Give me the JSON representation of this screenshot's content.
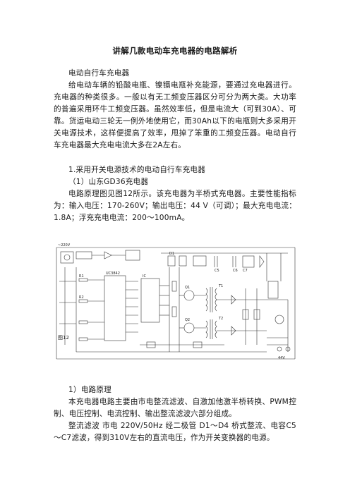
{
  "document": {
    "title": "讲解几款电动车充电器的电路解析",
    "p1": "电动自行车充电器",
    "p2": "给电动车辆的铅酸电瓶、镍镉电瓶补充能源，要通过充电器进行。充电器的种类很多。一般以有无工频变压器区分可分为两大类。大功率的普遍采用环牛工频变压器。虽然效率低，但是电流大（可到30A）、可靠。货运电动三轮无一例外地使用它，而30Ah以下的电瓶则大多采用开关电源技术，这样便提高了效率，甩掉了笨重的工频变压器。电动自行车充电器最大充电电流大多在2A左右。",
    "p3": "1.采用开关电源技术的电动自行车充电器",
    "p4": "（1）山东GD36充电器",
    "p5": "电路原理图见图12所示。该充电器为半桥式充电器。主要性能指标为：输入电压：170-260V；输出电压：44 V（可调）；最大充电电流：1.8A；浮充充电电流：200～100mA。",
    "p6": "1）电路原理",
    "p7": "本充电器电路主要由市电整流滤波、自激加他激半桥转换、PWM控制、电压控制、电流控制、输出整流滤波六部分组成。",
    "p8": "整流滤波 市电 220V/50Hz 经二极管 D1～D4 桥式整流、电容C5～C7滤波，得到310V左右的直流电压，作为开关变换器的电源。"
  },
  "figure": {
    "number": "图12",
    "labels": {
      "chip": "UC3842",
      "ac": "~220V",
      "out": "44V",
      "r1": "R1",
      "r2": "R2",
      "c5": "C5",
      "c6": "C6",
      "c7": "C7",
      "d1": "D1",
      "t1": "T1",
      "t2": "T2",
      "q1": "Q1",
      "q2": "Q2",
      "ic": "IC"
    }
  }
}
